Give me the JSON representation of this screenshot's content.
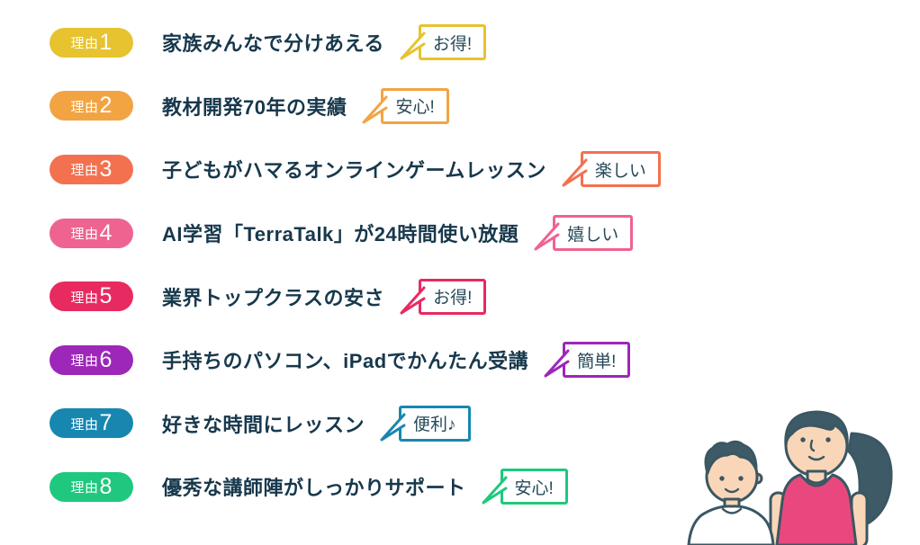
{
  "page": {
    "background": "#ffffff",
    "description": "List of 8 reasons with colored pill badges and speech-bubble callouts"
  },
  "colors": {
    "heading_text": "#17384C",
    "bubble_text": "#26495A"
  },
  "reasons": [
    {
      "badge_label": "理由",
      "number": "1",
      "color": "#E6C32F",
      "heading": "家族みんなで分けあえる",
      "bubble": "お得!"
    },
    {
      "badge_label": "理由",
      "number": "2",
      "color": "#F2A443",
      "heading": "教材開発70年の実績",
      "bubble": "安心!"
    },
    {
      "badge_label": "理由",
      "number": "3",
      "color": "#F3714F",
      "heading": "子どもがハマるオンラインゲームレッスン",
      "bubble": "楽しい"
    },
    {
      "badge_label": "理由",
      "number": "4",
      "color": "#EE6390",
      "heading": "AI学習「TerraTalk」が24時間使い放題",
      "bubble": "嬉しい"
    },
    {
      "badge_label": "理由",
      "number": "5",
      "color": "#E72A60",
      "heading": "業界トップクラスの安さ",
      "bubble": "お得!"
    },
    {
      "badge_label": "理由",
      "number": "6",
      "color": "#9C27B8",
      "heading": "手持ちのパソコン、iPadでかんたん受講",
      "bubble": "簡単!"
    },
    {
      "badge_label": "理由",
      "number": "7",
      "color": "#1787B0",
      "heading": "好きな時間にレッスン",
      "bubble": "便利♪"
    },
    {
      "badge_label": "理由",
      "number": "8",
      "color": "#1FC87E",
      "heading": "優秀な講師陣がしっかりサポート",
      "bubble": "安心!"
    }
  ],
  "illustration": {
    "label": "mother-and-son-illustration",
    "skin_color": "#FAD6B8",
    "hair_color": "#3D5A66",
    "outline_color": "#3A5763",
    "top_color": "#E9487E",
    "shirt_color": "#ffffff"
  }
}
